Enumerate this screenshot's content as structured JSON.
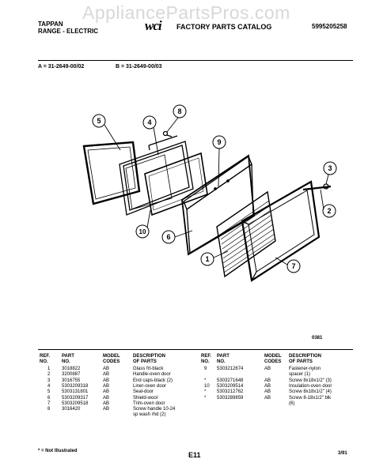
{
  "watermark": "AppliancePartsPros.com",
  "header": {
    "brand_line1": "TAPPAN",
    "brand_line2": "RANGE - ELECTRIC",
    "logo_text": "wci",
    "catalog_title": "FACTORY PARTS CATALOG",
    "catalog_number": "5995205258",
    "model_a": "A = 31-2649-00/02",
    "model_b": "B = 31-2649-00/03"
  },
  "figure": {
    "code": "0381",
    "callouts": [
      "1",
      "2",
      "3",
      "4",
      "5",
      "6",
      "7",
      "8",
      "9",
      "10"
    ]
  },
  "table_left": {
    "headers": {
      "ref": "REF.\nNO.",
      "part": "PART\nNO.",
      "model": "MODEL\nCODES",
      "desc": "DESCRIPTION\nOF PARTS"
    },
    "rows": [
      {
        "ref": "1",
        "part": "3018822",
        "model": "AB",
        "desc": "Glass frt-black"
      },
      {
        "ref": "2",
        "part": "3200887",
        "model": "AB",
        "desc": "Handle-oven door"
      },
      {
        "ref": "3",
        "part": "3016755",
        "model": "AB",
        "desc": "End caps-black (2)"
      },
      {
        "ref": "4",
        "part": "5303209318",
        "model": "AB",
        "desc": "Liner-oven door"
      },
      {
        "ref": "5",
        "part": "5303131801",
        "model": "AB",
        "desc": "Seal-door"
      },
      {
        "ref": "6",
        "part": "5303209317",
        "model": "AB",
        "desc": "Shield-wool"
      },
      {
        "ref": "7",
        "part": "5303209518",
        "model": "AB",
        "desc": "Trim-oven door"
      },
      {
        "ref": "8",
        "part": "3016420",
        "model": "AB",
        "desc": "Screw handle 10-24"
      },
      {
        "ref": "",
        "part": "",
        "model": "",
        "desc": "sp wash rhd (2)"
      }
    ]
  },
  "table_right": {
    "headers": {
      "ref": "REF.\nNO.",
      "part": "PART\nNO.",
      "model": "MODEL\nCODES",
      "desc": "DESCRIPTION\nOF PARTS"
    },
    "rows": [
      {
        "ref": "9",
        "part": "5303212674",
        "model": "AB",
        "desc": "Fastener-nylon"
      },
      {
        "ref": "",
        "part": "",
        "model": "",
        "desc": "spacer (1)"
      },
      {
        "ref": "*",
        "part": "5303271648",
        "model": "AB",
        "desc": "Screw 8x18x1/2\" (3)"
      },
      {
        "ref": "10",
        "part": "5303209514",
        "model": "AB",
        "desc": "Insulation-oven door"
      },
      {
        "ref": "*",
        "part": "5303212762",
        "model": "AB",
        "desc": "Screw 8x18x1/2\" (4)"
      },
      {
        "ref": "*",
        "part": "5303289859",
        "model": "AB",
        "desc": "Screw 8-18x1/2\" blk"
      },
      {
        "ref": "",
        "part": "",
        "model": "",
        "desc": "(6)"
      }
    ]
  },
  "footer": {
    "note": "* = Not Illustrated",
    "page": "E11",
    "date": "3/91"
  }
}
